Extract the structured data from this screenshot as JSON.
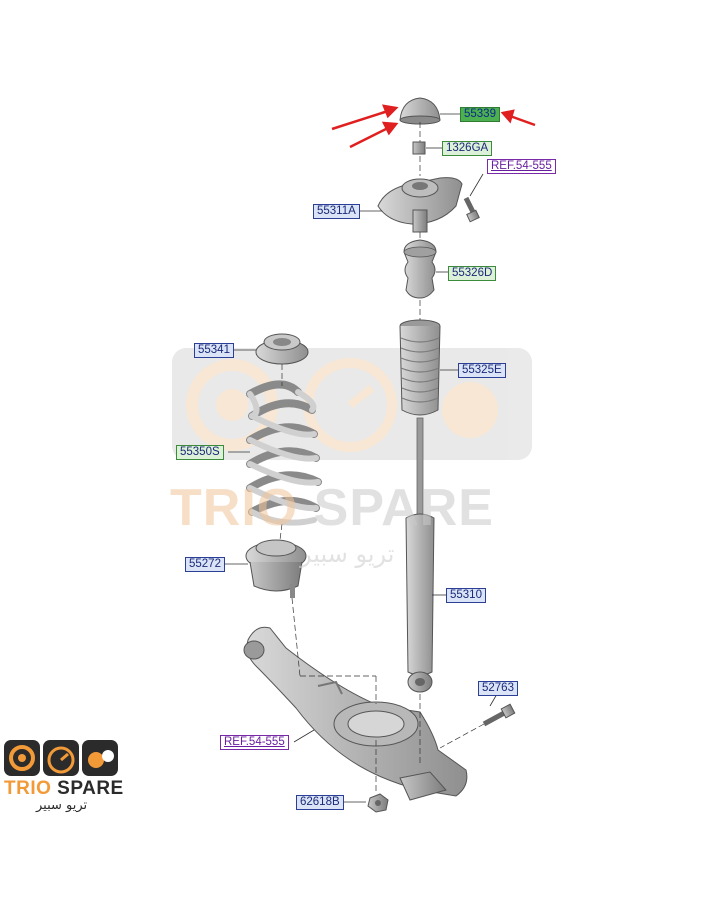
{
  "labels": {
    "l55339": "55339",
    "l1326GA": "1326GA",
    "ref_top": "REF.54-555",
    "l55311A": "55311A",
    "l55326D": "55326D",
    "l55341": "55341",
    "l55325E": "55325E",
    "l55350S": "55350S",
    "l55272": "55272",
    "l55310": "55310",
    "l52763": "52763",
    "ref_bottom": "REF.54-555",
    "l62618B": "62618B"
  },
  "watermark": {
    "brand": "TRIO SPARE",
    "arabic": "تريو سبير"
  },
  "logo": {
    "brand": "TRIO SPARE",
    "arabic": "تريو سبير"
  },
  "colors": {
    "label_fill": "#dbe4f6",
    "label_border": "#2b3f96",
    "highlight": "#4caf50",
    "ref_border": "#7a2aa8",
    "arrow": "#e02020",
    "logo_accent": "#f29a38"
  }
}
